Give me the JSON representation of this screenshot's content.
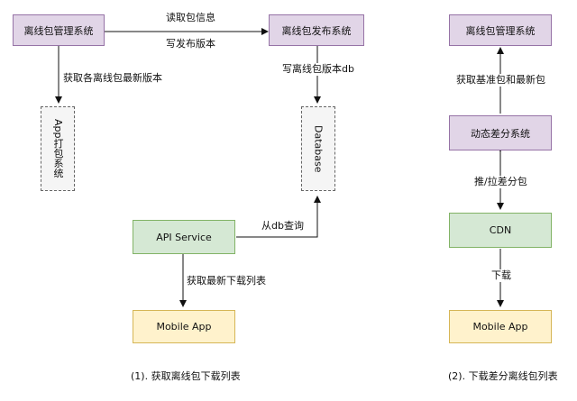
{
  "left": {
    "mgmt": "离线包管理系统",
    "publish": "离线包发布系统",
    "app_pack": "App打包系统",
    "database": "Database",
    "api": "API Service",
    "mobile": "Mobile App",
    "edge_read": "读取包信息",
    "edge_write": "写发布版本",
    "edge_fetch_versions": "获取各离线包最新版本",
    "edge_write_db": "写离线包版本db",
    "edge_query_db": "从db查询",
    "edge_fetch_list": "获取最新下载列表",
    "caption": "(1). 获取离线包下载列表"
  },
  "right": {
    "mgmt": "离线包管理系统",
    "diff": "动态差分系统",
    "cdn": "CDN",
    "mobile": "Mobile App",
    "edge_fetch_base": "获取基准包和最新包",
    "edge_push_pull": "推/拉差分包",
    "edge_download": "下载",
    "caption": "(2). 下载差分离线包列表"
  }
}
